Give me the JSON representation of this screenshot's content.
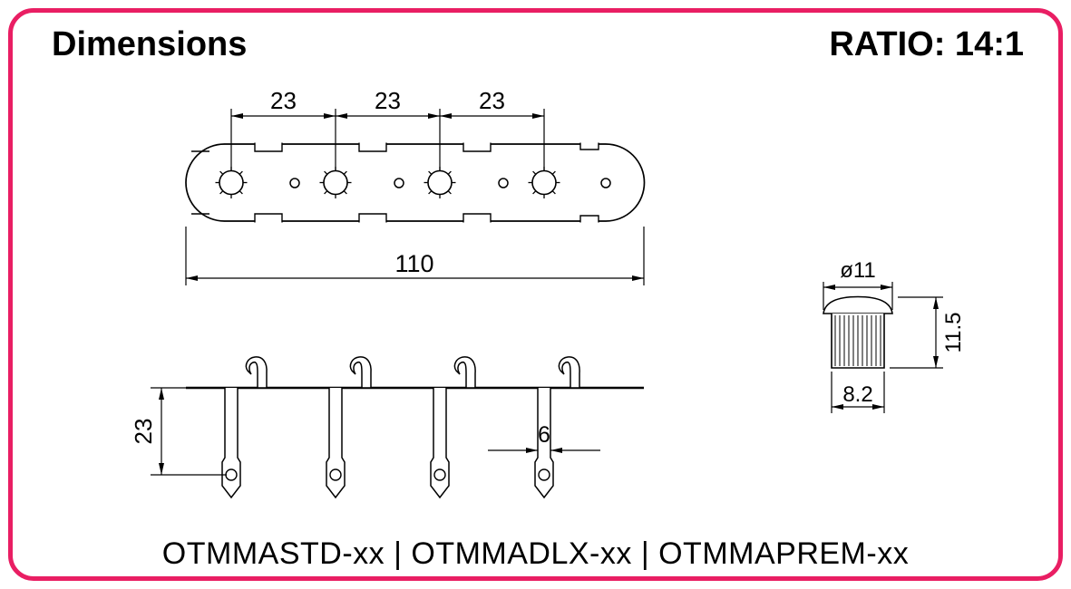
{
  "colors": {
    "accent": "#e91e63",
    "line": "#000000"
  },
  "header": {
    "title": "Dimensions",
    "ratio": "RATIO: 14:1"
  },
  "top_view": {
    "hole_spacing_labels": [
      "23",
      "23",
      "23"
    ],
    "overall_length_label": "110"
  },
  "side_view": {
    "post_depth_label": "23",
    "post_width_label": "6"
  },
  "knob_view": {
    "diameter_label": "ø11",
    "height_label": "11.5",
    "width_label": "8.2"
  },
  "footer": {
    "part_numbers": "OTMMASTD-xx | OTMMADLX-xx | OTMMAPREM-xx"
  }
}
